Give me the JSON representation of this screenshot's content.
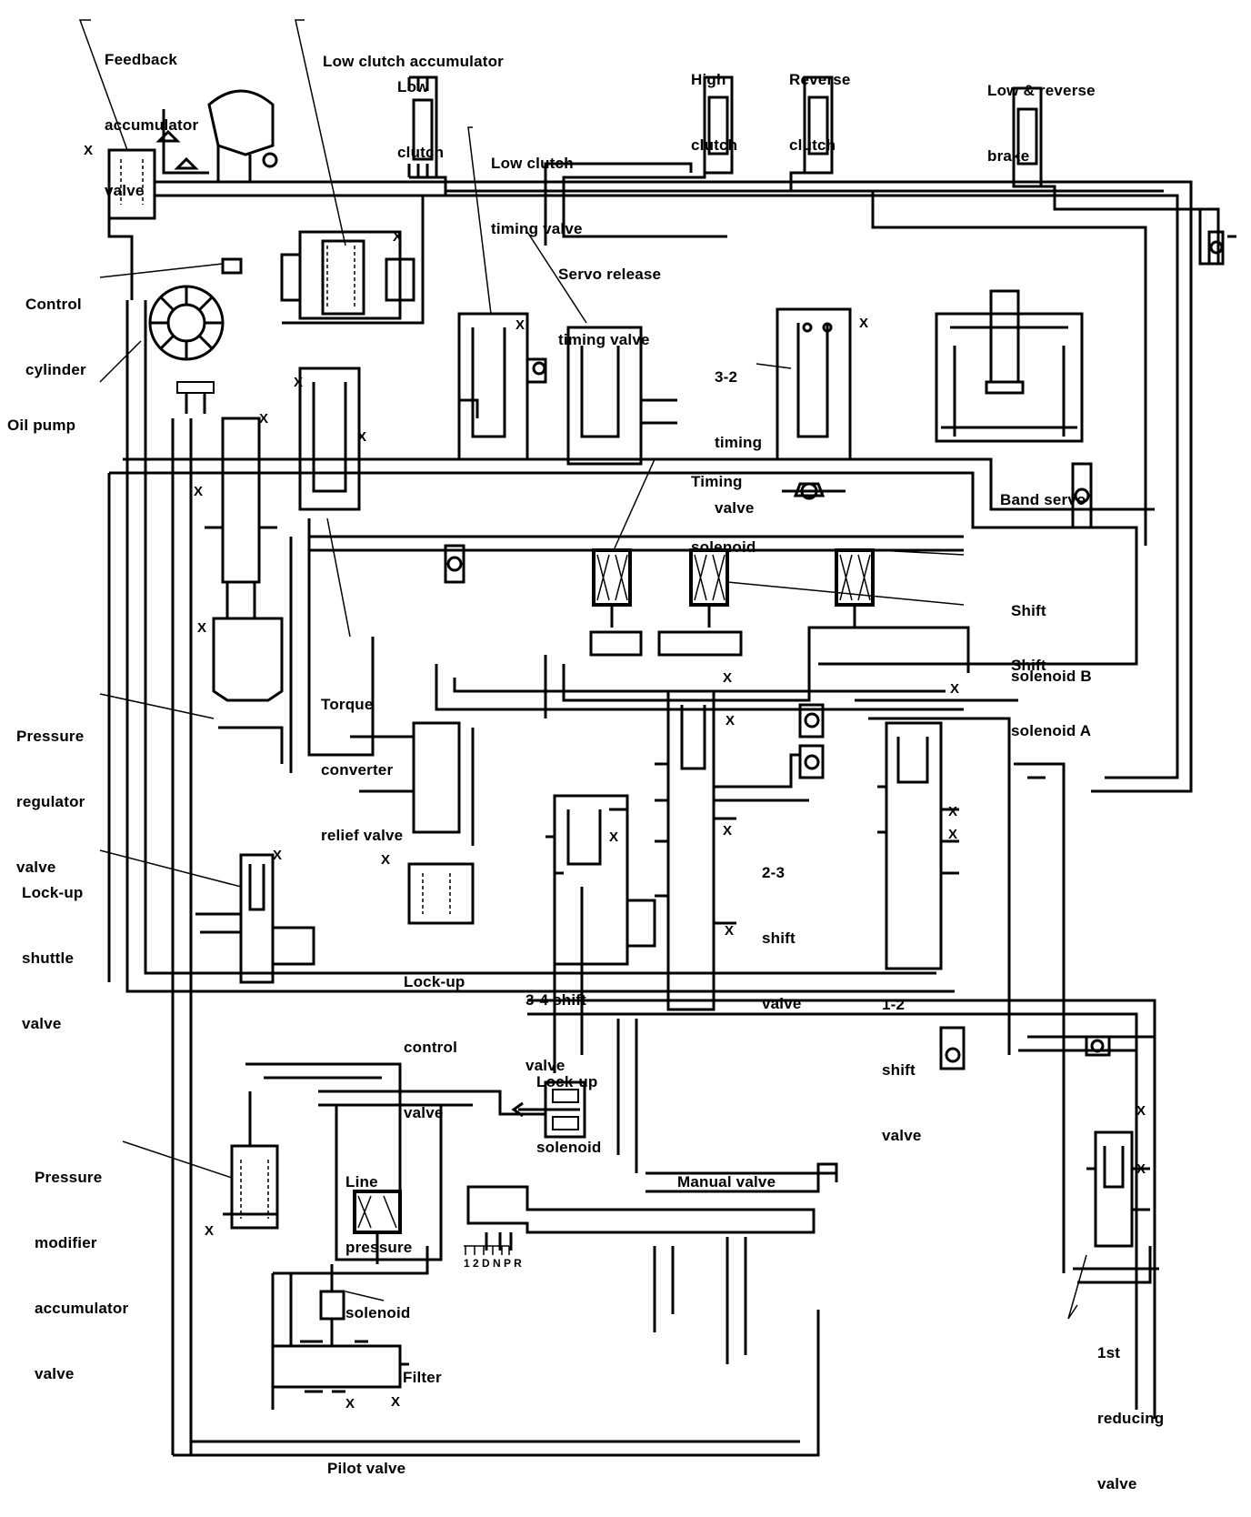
{
  "title": "Automatic transmission hydraulic control circuit",
  "labels": {
    "feedback_accumulator_valve": [
      "Feedback",
      "accumulator",
      "valve"
    ],
    "low_clutch_accumulator": [
      "Low clutch accumulator"
    ],
    "low_clutch": [
      "Low",
      "clutch"
    ],
    "high_clutch": [
      "High",
      "clutch"
    ],
    "reverse_clutch": [
      "Reverse",
      "clutch"
    ],
    "low_reverse_brake": [
      "Low & reverse",
      "brake"
    ],
    "low_clutch_timing_valve": [
      "Low clutch",
      "timing valve"
    ],
    "servo_release_timing_valve": [
      "Servo release",
      "timing valve"
    ],
    "control_cylinder": [
      "Control",
      "cylinder"
    ],
    "oil_pump": [
      "Oil pump"
    ],
    "timing_32_valve": [
      "3-2",
      "timing",
      "valve"
    ],
    "band_servo": [
      "Band servo"
    ],
    "timing_solenoid": [
      "Timing",
      "solenoid"
    ],
    "shift_solenoid_b": [
      "Shift",
      "solenoid B"
    ],
    "shift_solenoid_a": [
      "Shift",
      "solenoid A"
    ],
    "torque_converter_relief_valve": [
      "Torque",
      "converter",
      "relief valve"
    ],
    "pressure_regulator_valve": [
      "Pressure",
      "regulator",
      "valve"
    ],
    "lockup_shuttle_valve": [
      "Lock-up",
      "shuttle",
      "valve"
    ],
    "lockup_control_valve": [
      "Lock-up",
      "control",
      "valve"
    ],
    "shift_23_valve": [
      "2-3",
      "shift",
      "valve"
    ],
    "shift_34_valve": [
      "3-4 shift",
      "valve"
    ],
    "shift_12_valve": [
      "1-2",
      "shift",
      "valve"
    ],
    "lockup_solenoid": [
      "Lock-up",
      "solenoid"
    ],
    "pressure_modifier_accumulator_valve": [
      "Pressure",
      "modifier",
      "accumulator",
      "valve"
    ],
    "line_pressure_solenoid": [
      "Line",
      "pressure",
      "solenoid"
    ],
    "manual_valve": [
      "Manual valve"
    ],
    "filter": [
      "Filter"
    ],
    "pilot_valve": [
      "Pilot valve"
    ],
    "first_reducing_valve": [
      "1st",
      "reducing",
      "valve"
    ]
  },
  "selector_positions": "1 2 D N P R",
  "drain_mark": "X",
  "colors": {
    "line": "#000000",
    "background": "#ffffff"
  }
}
